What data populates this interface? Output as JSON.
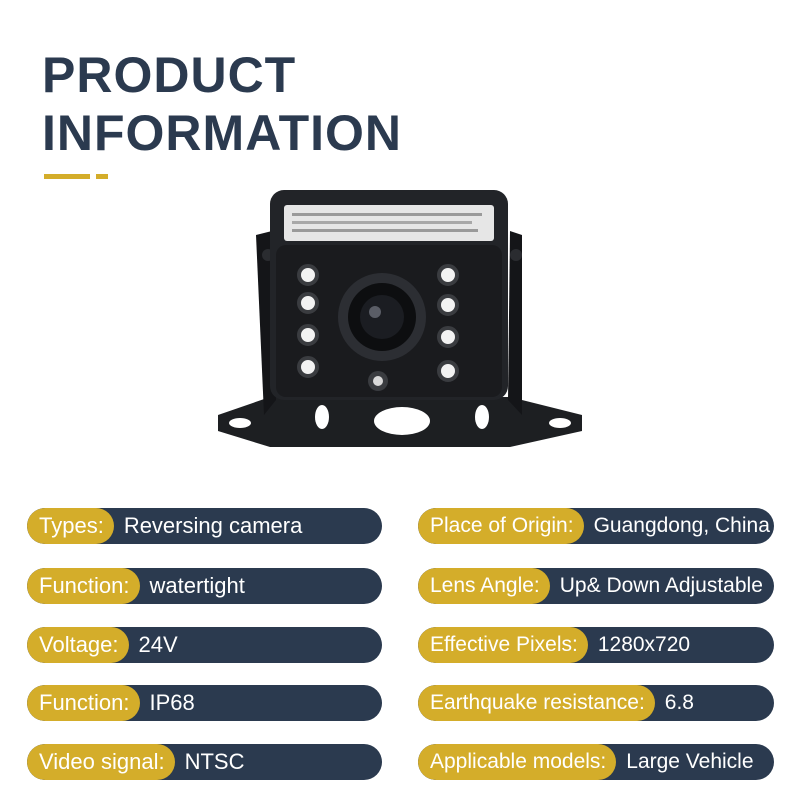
{
  "header": {
    "title_line1": "PRODUCT",
    "title_line2": "INFORMATION"
  },
  "colors": {
    "accent": "#d4ad2a",
    "navy": "#2b3a4f"
  },
  "specs_left": [
    {
      "key": "Types:",
      "value": "Reversing camera"
    },
    {
      "key": "Function:",
      "value": "watertight"
    },
    {
      "key": "Voltage:",
      "value": "24V"
    },
    {
      "key": "Function:",
      "value": "IP68"
    },
    {
      "key": "Video signal:",
      "value": "NTSC"
    }
  ],
  "specs_right": [
    {
      "key": "Place of Origin:",
      "value": "Guangdong, China"
    },
    {
      "key": "Lens Angle:",
      "value": "Up& Down Adjustable"
    },
    {
      "key": "Effective Pixels:",
      "value": "1280x720"
    },
    {
      "key": "Earthquake resistance:",
      "value": "6.8"
    },
    {
      "key": "Applicable models:",
      "value": "Large Vehicle"
    }
  ]
}
